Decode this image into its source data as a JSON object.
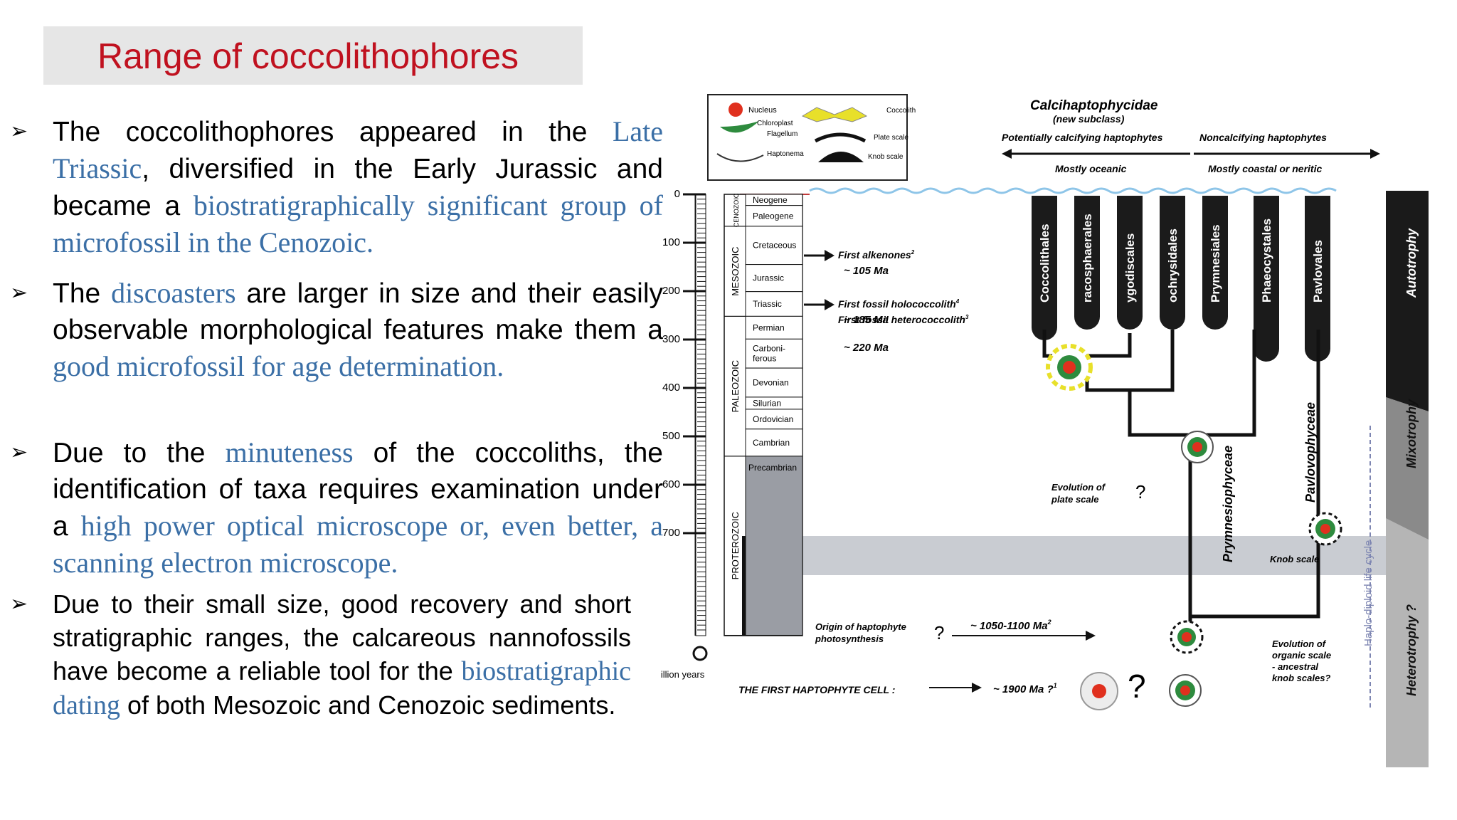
{
  "slide": {
    "title": "Range of coccolithophores",
    "bullets": [
      {
        "marker": "➢",
        "parts": [
          {
            "text": " The coccolithophores appeared in the ",
            "hl": false
          },
          {
            "text": "Late Triassic",
            "hl": true
          },
          {
            "text": ", diversified in the Early Jurassic and became a ",
            "hl": false
          },
          {
            "text": "biostratigraphically  significant group of microfossil in the Cenozoic.",
            "hl": true
          }
        ]
      },
      {
        "marker": "➢",
        "parts": [
          {
            "text": " The ",
            "hl": false
          },
          {
            "text": "discoasters",
            "hl": true
          },
          {
            "text": " are larger in size and their easily observable morphological features make them a ",
            "hl": false
          },
          {
            "text": "good microfossil for age determination.",
            "hl": true
          }
        ]
      },
      {
        "marker": "➢",
        "parts": [
          {
            "text": "Due to the ",
            "hl": false
          },
          {
            "text": "minuteness",
            "hl": true
          },
          {
            "text": " of the coccoliths, the identification of taxa requires examination under a ",
            "hl": false
          },
          {
            "text": "high power optical microscope or, even better, a scanning electron microscope.",
            "hl": true
          }
        ]
      },
      {
        "marker": "➢",
        "parts": [
          {
            "text": "Due to their small size, good recovery and short stratigraphic ranges, the calcareous nannofossils have become a reliable tool for the ",
            "hl": false
          },
          {
            "text": "biostratigraphic dating",
            "hl": true
          },
          {
            "text": " of both Mesozoic and Cenozoic sediments.",
            "hl": false
          }
        ]
      }
    ]
  },
  "diagram": {
    "legend": {
      "nucleus": "Nucleus",
      "chloroplast": "Chloroplast",
      "flagellum": "Flagellum",
      "haptonema": "Haptonema",
      "coccolith": "Coccolith",
      "plate_scale": "Plate scale",
      "knob_scale": "Knob scale"
    },
    "header": {
      "subclass": "Calcihaptophycidae",
      "subclass_note": "(new subclass)",
      "left_group": "Potentially calcifying haptophytes",
      "right_group": "Noncalcifying haptophytes",
      "left_habitat": "Mostly oceanic",
      "right_habitat": "Mostly coastal or neritic"
    },
    "time_axis": {
      "ticks": [
        "0",
        "100",
        "200",
        "300",
        "400",
        "500",
        "600",
        "700"
      ],
      "unit": "million years"
    },
    "eras": [
      "CENOZOIC",
      "MESOZOIC",
      "PALEOZOIC",
      "PROTEROZOIC"
    ],
    "periods": [
      "Neogene",
      "Paleogene",
      "Cretaceous",
      "Jurassic",
      "Triassic",
      "Permian",
      "Carboni-\nferous",
      "Devonian",
      "Silurian",
      "Ordovician",
      "Cambrian",
      "Precambrian"
    ],
    "events": [
      {
        "label": "First alkenones",
        "sup": "2",
        "age": "~ 105 Ma"
      },
      {
        "label": "First fossil holococcolith",
        "sup": "4",
        "age": "~ 185 Ma"
      },
      {
        "label": "First fossil heterococcolith",
        "sup": "3",
        "age": "~ 220 Ma"
      }
    ],
    "orders": [
      "Coccolithales",
      "Isochrysidales",
      "Syracosphaerales",
      "Zygodiscales",
      "Prymnesiales",
      "Phaeocystales",
      "Pavlovales"
    ],
    "order_visible": [
      "Coccolithales",
      "racosphaerales",
      "ygodiscales",
      "ochrysidales",
      "Prymnesiales",
      "Phaeocystales",
      "Pavlovales"
    ],
    "classes": [
      "Prymnesiophyceae",
      "Pavlovophyceae"
    ],
    "nutrition": [
      "Autotrophy",
      "Mixotrophy",
      "Heterotrophy ?"
    ],
    "life_cycle": "Haplo-diploid life cycle",
    "annotations": {
      "plate_scale": "Evolution of\nplate scale",
      "knob_scale": "Knob scale",
      "organic_scale": "Evolution of\norganic scale\n- ancestral\nknob scales?",
      "origin": "Origin of haptophyte\nphotosynthesis",
      "origin_age": "~ 1050-1100 Ma",
      "origin_sup": "2",
      "first_cell": "THE FIRST HAPTOPHYTE CELL :",
      "first_cell_age": "~ 1900 Ma ?",
      "first_cell_sup": "1",
      "question": "?"
    },
    "colors": {
      "water": "#8ec5e8",
      "precambrian_band": "#c9ccd2",
      "nucleus": "#e0301e",
      "chloroplast": "#2e8b3e",
      "coccolith": "#e8e02a"
    }
  }
}
